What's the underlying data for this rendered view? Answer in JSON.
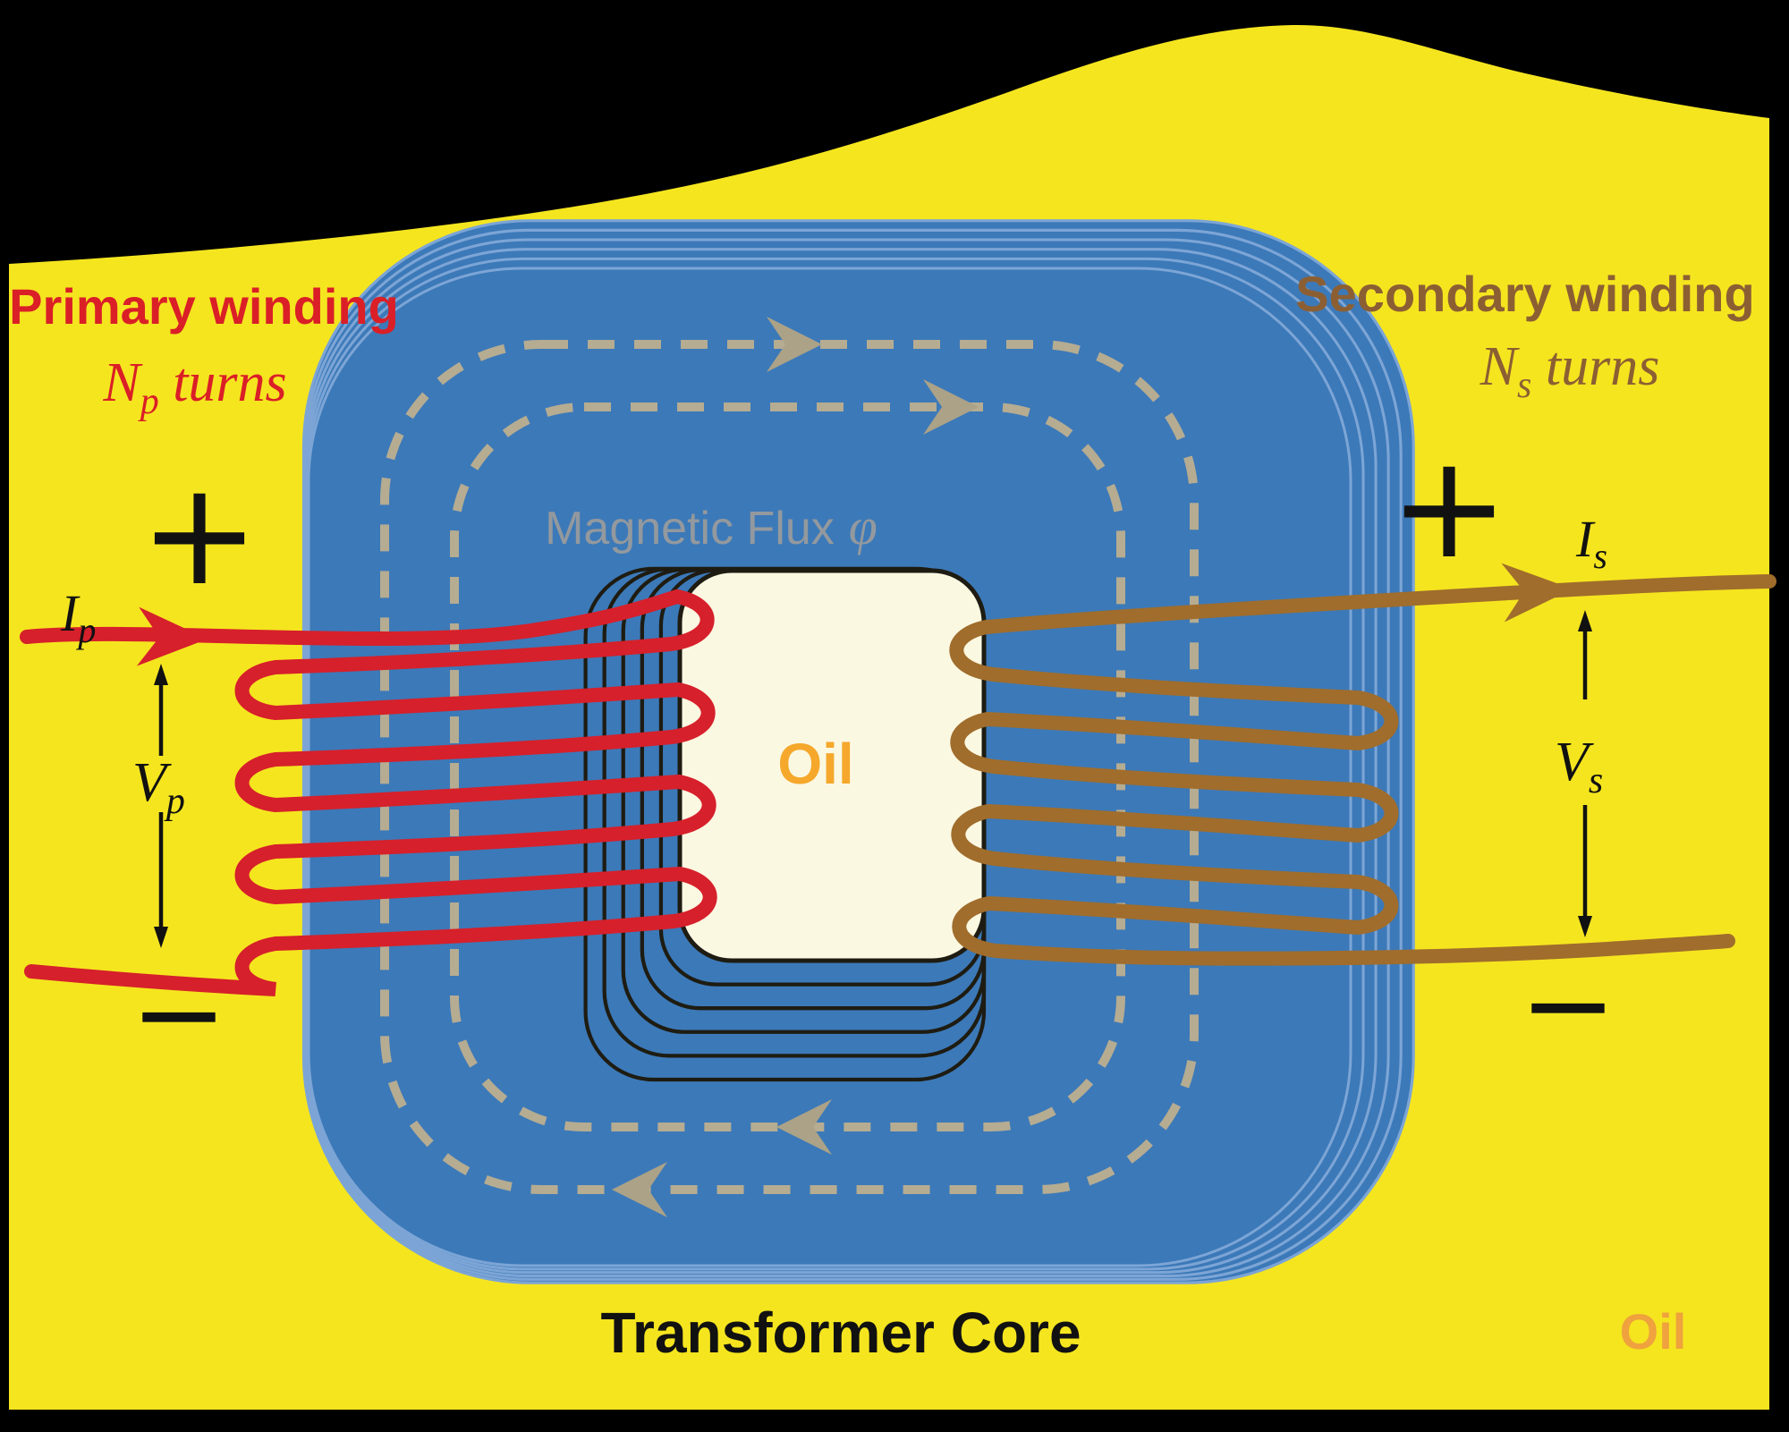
{
  "title": "Transformer Core",
  "primary": {
    "heading": "Primary winding",
    "turns": {
      "base": "N",
      "sub": "p",
      "word": " turns"
    },
    "current": {
      "base": "I",
      "sub": "p"
    },
    "voltage": {
      "base": "V",
      "sub": "p"
    },
    "plus": "+",
    "minus": "−"
  },
  "secondary": {
    "heading": "Secondary winding",
    "turns": {
      "base": "N",
      "sub": "s",
      "word": " turns"
    },
    "current": {
      "base": "I",
      "sub": "s"
    },
    "voltage": {
      "base": "V",
      "sub": "s"
    },
    "plus": "+",
    "minus": "−"
  },
  "flux": {
    "label": "Magnetic Flux",
    "phi": "φ"
  },
  "oil": {
    "window_label": "Oil",
    "bath_label": "Oil"
  },
  "colors": {
    "background": "#000000",
    "oil_yellow": "#F5E51F",
    "core_blue": "#3C79B8",
    "core_lamination_light": "#7CA5D6",
    "window_cream": "#FBF8E2",
    "window_outline": "#1E1C12",
    "flux_dash": "#B5AC92",
    "flux_arrow": "#ABA287",
    "flux_text": "#93999E",
    "primary_red": "#D6202B",
    "primary_text_red": "#DA1F27",
    "secondary_brown": "#A06D2C",
    "secondary_text_brown": "#8C5F33",
    "oil_label_orange": "#F5A82B",
    "oil_bath_label_orange": "#EFA23D",
    "annotation_black": "#111111"
  }
}
